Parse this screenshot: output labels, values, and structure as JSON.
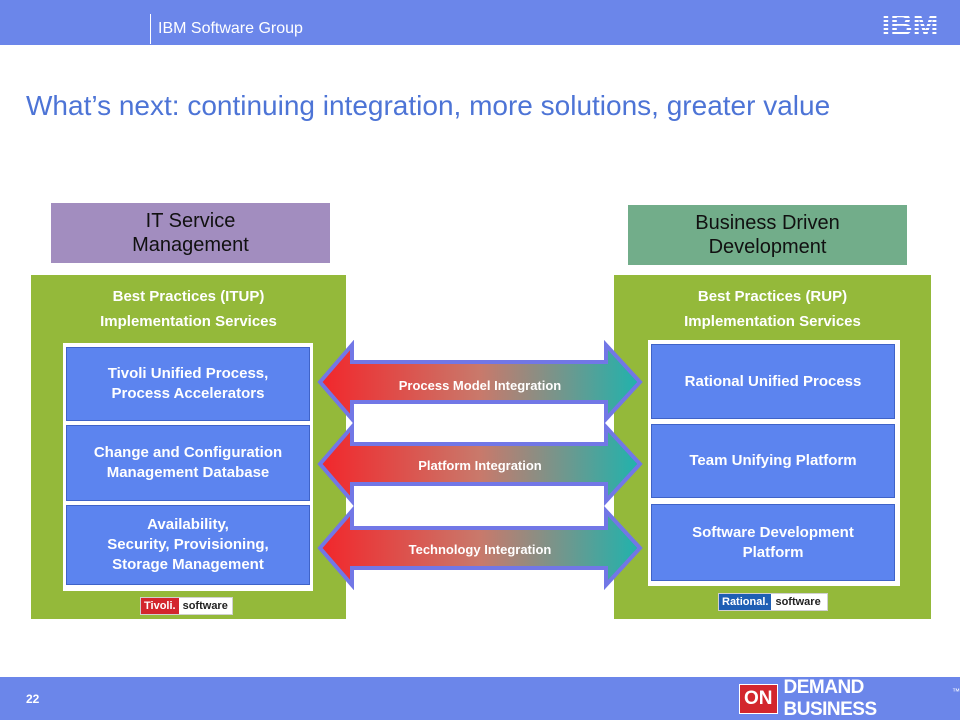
{
  "header": {
    "group_name": "IBM Software Group",
    "logo_text": "IBM"
  },
  "title": "What’s next: continuing integration, more solutions, greater value",
  "left": {
    "category": [
      "IT Service",
      "Management"
    ],
    "heading1": "Best Practices (ITUP)",
    "heading2": "Implementation Services",
    "items": [
      [
        "Tivoli Unified Process,",
        "Process Accelerators"
      ],
      [
        "Change and Configuration",
        "Management Database"
      ],
      [
        "Availability,",
        "Security, Provisioning,",
        "Storage Management"
      ]
    ],
    "brand_mark": "Tivoli.",
    "brand_word": "software"
  },
  "right": {
    "category": [
      "Business Driven",
      "Development"
    ],
    "heading1": "Best Practices (RUP)",
    "heading2": "Implementation Services",
    "items": [
      [
        "Rational Unified Process"
      ],
      [
        "Team Unifying Platform"
      ],
      [
        "Software Development",
        "Platform"
      ]
    ],
    "brand_mark": "Rational.",
    "brand_word": "software"
  },
  "arrows": [
    {
      "label": "Process Model Integration"
    },
    {
      "label": "Platform Integration"
    },
    {
      "label": "Technology Integration"
    }
  ],
  "footer": {
    "page_number": "22",
    "on": "ON",
    "demand_business": "DEMAND BUSINESS",
    "trademark": "™"
  },
  "colors": {
    "bar": "#6b86ea",
    "title": "#4d74d6",
    "panel_green": "#94b93a",
    "cell_blue": "#5c84ef",
    "itsm_purple": "#a28dbf",
    "bdd_green": "#72ad8a",
    "arrow_red": "#f2262b",
    "arrow_teal": "#1fb3ad"
  }
}
